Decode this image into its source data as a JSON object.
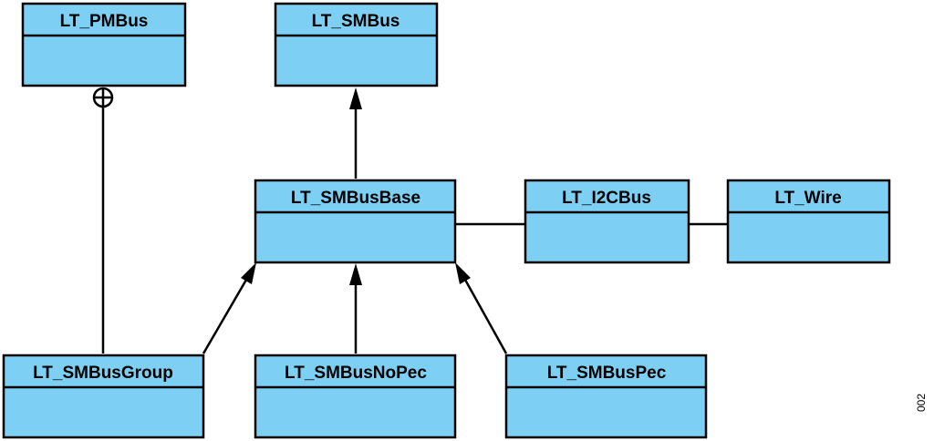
{
  "classes": {
    "pmbus": "LT_PMBus",
    "smbus": "LT_SMBus",
    "smbus_base": "LT_SMBusBase",
    "i2cbus": "LT_I2CBus",
    "wire": "LT_Wire",
    "smbus_group": "LT_SMBusGroup",
    "smbus_nopec": "LT_SMBusNoPec",
    "smbus_pec": "LT_SMBusPec"
  },
  "relations": [
    {
      "from": "LT_SMBusBase",
      "to": "LT_SMBus",
      "type": "inheritance"
    },
    {
      "from": "LT_SMBusGroup",
      "to": "LT_SMBusBase",
      "type": "inheritance"
    },
    {
      "from": "LT_SMBusNoPec",
      "to": "LT_SMBusBase",
      "type": "inheritance"
    },
    {
      "from": "LT_SMBusPec",
      "to": "LT_SMBusBase",
      "type": "inheritance"
    },
    {
      "from": "LT_SMBusGroup",
      "to": "LT_PMBus",
      "type": "nesting"
    },
    {
      "from": "LT_SMBusBase",
      "to": "LT_I2CBus",
      "type": "association"
    },
    {
      "from": "LT_I2CBus",
      "to": "LT_Wire",
      "type": "association"
    }
  ],
  "figure_id": "002",
  "colors": {
    "class_fill": "#7dd0f4",
    "stroke": "#000000"
  }
}
